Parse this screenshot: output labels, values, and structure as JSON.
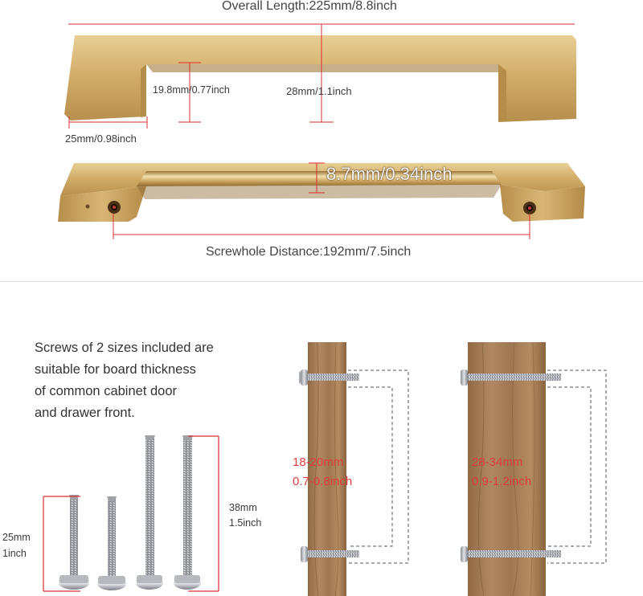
{
  "dimensions": {
    "overall_length": "Overall Length:225mm/8.8inch",
    "inner_height": "19.8mm/0.77inch",
    "total_height": "28mm/1.1inch",
    "foot_width": "25mm/0.98inch",
    "bar_thickness": "8.7mm/0.34inch",
    "screwhole_distance": "Screwhole Distance:192mm/7.5inch"
  },
  "description": {
    "line1": "Screws of 2 sizes included are",
    "line2": "suitable for board thickness",
    "line3": "of common cabinet door",
    "line4": "and drawer front."
  },
  "screws": {
    "short_mm": "25mm",
    "short_inch": "1inch",
    "long_mm": "38mm",
    "long_inch": "1.5inch"
  },
  "boards": {
    "thin_mm": "18-20mm",
    "thin_inch": "0.7-0.8inch",
    "thick_mm": "28-34mm",
    "thick_inch": "0.9-1.2inch"
  },
  "colors": {
    "gold": "#c9a35c",
    "dimension_red": "#d83030",
    "wood": "#a57e57"
  }
}
